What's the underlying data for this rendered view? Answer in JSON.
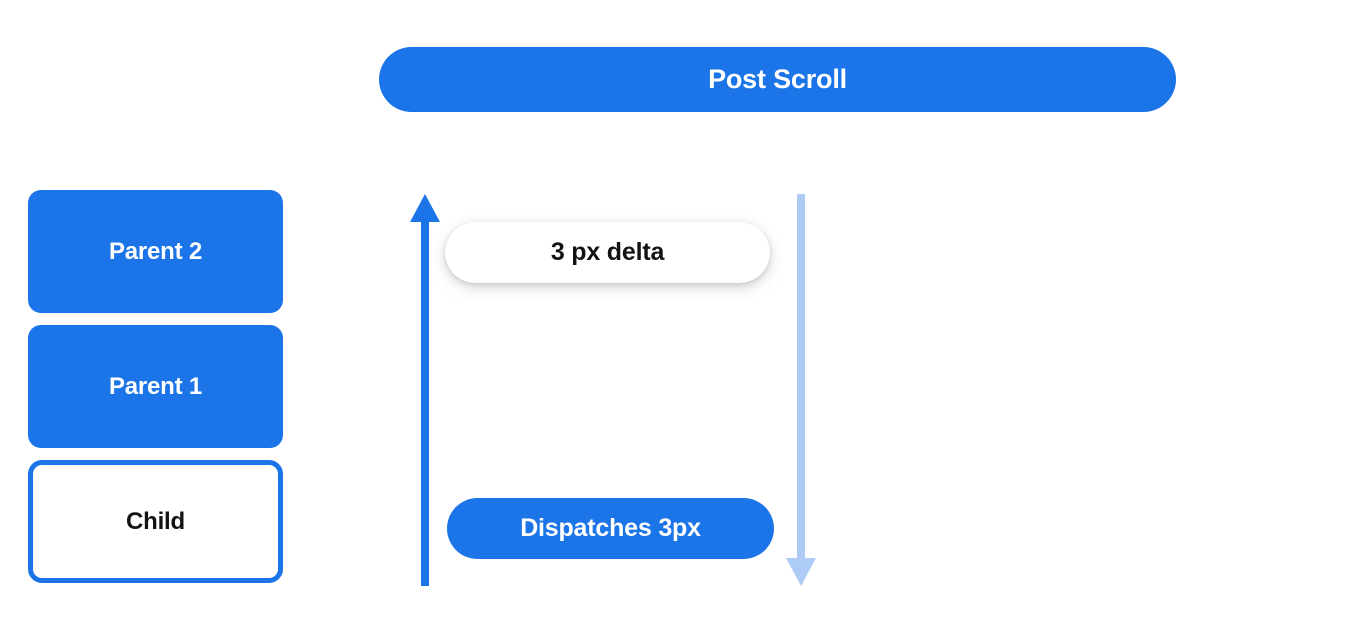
{
  "colors": {
    "brand_blue": "#1b74e8",
    "light_blue": "#aecbf5",
    "text_dark": "#131313",
    "text_light": "#ffffff",
    "background": "#ffffff"
  },
  "header": {
    "title": "Post Scroll"
  },
  "hierarchy": {
    "nodes": [
      {
        "label": "Parent 2",
        "style": "filled"
      },
      {
        "label": "Parent 1",
        "style": "filled"
      },
      {
        "label": "Child",
        "style": "outlined"
      }
    ]
  },
  "flow": {
    "arrow_up": {
      "icon": "arrow-up-icon",
      "color": "#1b74e8",
      "direction": "up"
    },
    "arrow_down": {
      "icon": "arrow-down-icon",
      "color": "#aecbf5",
      "direction": "down"
    },
    "delta_chip": {
      "label": "3 px delta"
    },
    "dispatch_pill": {
      "label": "Dispatches 3px"
    }
  }
}
